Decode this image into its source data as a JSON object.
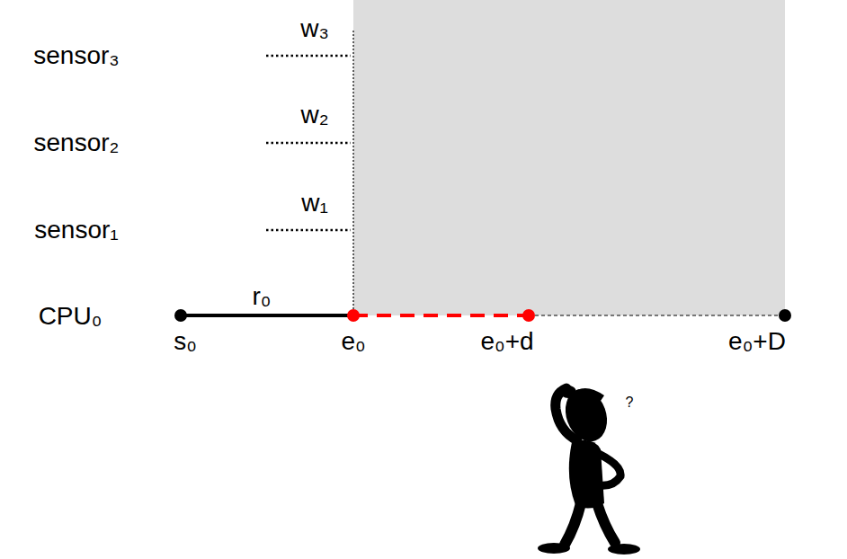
{
  "diagram": {
    "labels": [
      "w₃",
      "sensor₃",
      "w₂",
      "sensor₂",
      "w₁",
      "sensor₁",
      "r₀",
      "CPU₀",
      "s₀",
      "e₀",
      "e₀+d",
      "e₀+D",
      "?"
    ]
  }
}
